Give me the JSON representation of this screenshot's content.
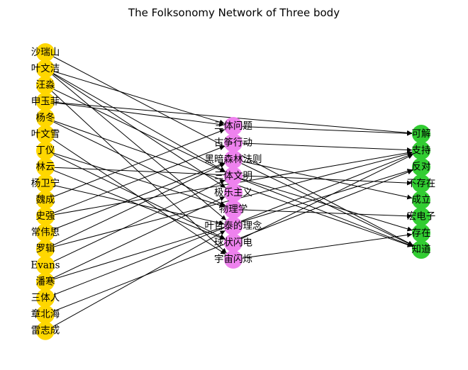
{
  "title": "The Folksonomy Network of Three body",
  "colors": {
    "people": "#FFD700",
    "concepts": "#EE82EE",
    "relations": "#32CD32",
    "edges": "#000000"
  },
  "nodes": {
    "people": [
      "沙瑞山",
      "叶文洁",
      "汪淼",
      "申玉菲",
      "杨冬",
      "叶文雪",
      "丁仪",
      "林云",
      "杨卫宁",
      "魏成",
      "史强",
      "常伟思",
      "罗辑",
      "Evans",
      "潘寒",
      "三体人",
      "章北海",
      "雷志成"
    ],
    "concepts": [
      "三体问题",
      "古筝行动",
      "黑暗森林法则",
      "三体文明",
      "极乐主义",
      "物理学",
      "叶哲泰的理念",
      "球状闪电",
      "宇宙闪烁"
    ],
    "relations": [
      "可解",
      "支持",
      "反对",
      "不存在",
      "成立",
      "宏电子",
      "存在",
      "知道"
    ]
  },
  "edges": [
    [
      "沙瑞山",
      "知道"
    ],
    [
      "叶文洁",
      "三体问题"
    ],
    [
      "叶文洁",
      "三体文明"
    ],
    [
      "叶文洁",
      "极乐主义"
    ],
    [
      "叶文洁",
      "叶哲泰的理念"
    ],
    [
      "汪淼",
      "三体文明"
    ],
    [
      "汪淼",
      "宇宙闪烁"
    ],
    [
      "申玉菲",
      "三体问题"
    ],
    [
      "申玉菲",
      "可解"
    ],
    [
      "杨冬",
      "物理学"
    ],
    [
      "杨冬",
      "知道"
    ],
    [
      "叶文雪",
      "宇宙闪烁"
    ],
    [
      "丁仪",
      "物理学"
    ],
    [
      "丁仪",
      "球状闪电"
    ],
    [
      "林云",
      "球状闪电"
    ],
    [
      "林云",
      "不存在"
    ],
    [
      "杨卫宁",
      "叶哲泰的理念"
    ],
    [
      "魏成",
      "三体问题"
    ],
    [
      "史强",
      "古筝行动"
    ],
    [
      "史强",
      "支持"
    ],
    [
      "常伟思",
      "黑暗森林法则"
    ],
    [
      "罗辑",
      "黑暗森林法则"
    ],
    [
      "罗辑",
      "支持"
    ],
    [
      "Evans",
      "三体文明"
    ],
    [
      "潘寒",
      "极乐主义"
    ],
    [
      "潘寒",
      "反对"
    ],
    [
      "三体人",
      "支持"
    ],
    [
      "章北海",
      "反对"
    ],
    [
      "雷志成",
      "叶哲泰的理念"
    ],
    [
      "三体问题",
      "可解"
    ],
    [
      "古筝行动",
      "支持"
    ],
    [
      "黑暗森林法则",
      "成立"
    ],
    [
      "黑暗森林法则",
      "知道"
    ],
    [
      "三体文明",
      "存在"
    ],
    [
      "三体文明",
      "知道"
    ],
    [
      "物理学",
      "宏电子"
    ],
    [
      "球状闪电",
      "支持"
    ],
    [
      "宇宙闪烁",
      "存在"
    ]
  ]
}
